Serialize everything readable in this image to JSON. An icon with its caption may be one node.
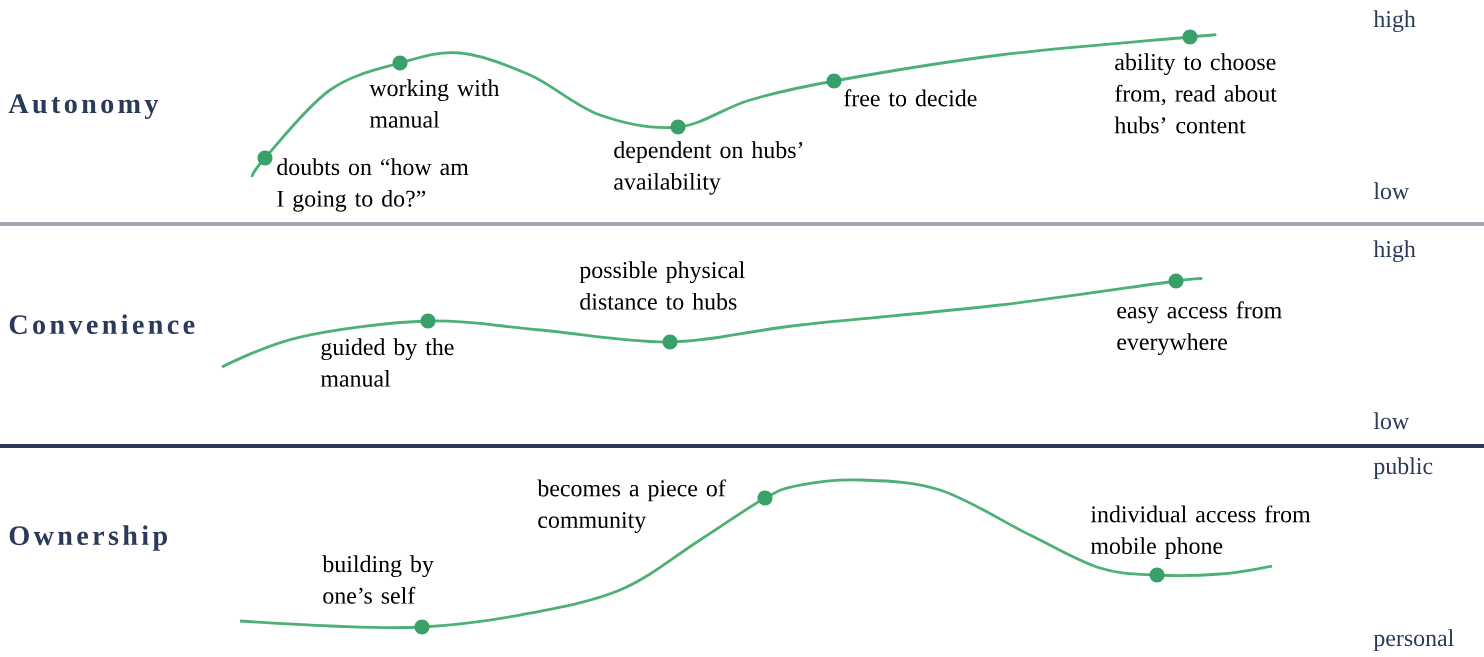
{
  "diagram": {
    "labels": [
      "high",
      "Autonomy",
      "working with manual",
      "free to decide",
      "ability to choose from, read about hubs’ content",
      "dependent on hubs’ availability",
      "doubts on “how am I going to do?”",
      "low",
      "high",
      "possible physical distance to hubs",
      "Convenience",
      "easy access from everywhere",
      "guided by the manual",
      "low",
      "public",
      "becomes a piece of community",
      "individual access from mobile phone",
      "Ownership",
      "building by one’s self",
      "personal"
    ]
  }
}
